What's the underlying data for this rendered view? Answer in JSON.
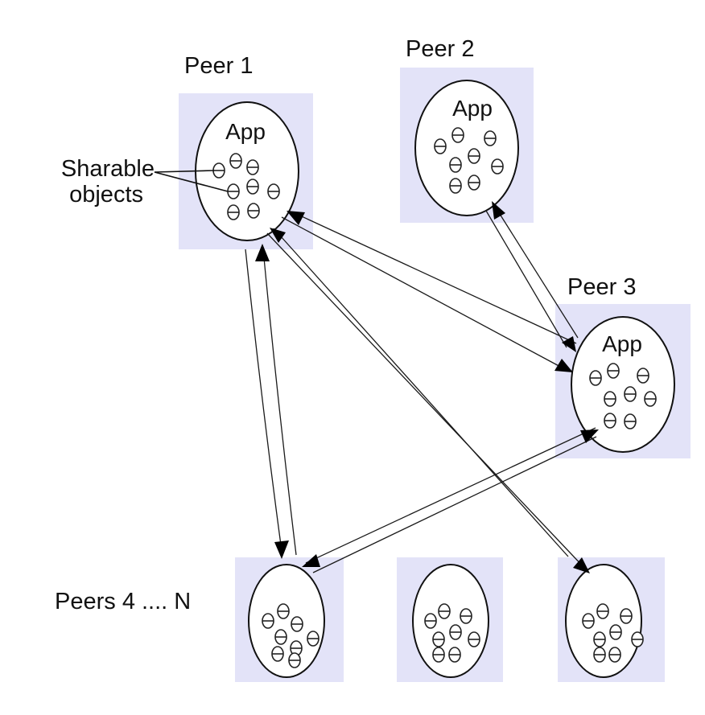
{
  "peers": [
    {
      "id": "peer-1",
      "label": "Peer 1",
      "app_label": "App"
    },
    {
      "id": "peer-2",
      "label": "Peer 2",
      "app_label": "App"
    },
    {
      "id": "peer-3",
      "label": "Peer 3",
      "app_label": "App"
    },
    {
      "id": "peer-4",
      "label": "",
      "app_label": ""
    },
    {
      "id": "peer-5",
      "label": "",
      "app_label": ""
    },
    {
      "id": "peer-6",
      "label": "",
      "app_label": ""
    }
  ],
  "peers_group_label": "Peers 4 .... N",
  "annotation": {
    "line1": "Sharable",
    "line2": "objects"
  },
  "connections": [
    {
      "from": "peer-1",
      "to": "peer-4",
      "bidirectional": true
    },
    {
      "from": "peer-1",
      "to": "peer-3",
      "bidirectional": true
    },
    {
      "from": "peer-1",
      "to": "peer-6",
      "bidirectional": true
    },
    {
      "from": "peer-2",
      "to": "peer-3",
      "bidirectional": true
    },
    {
      "from": "peer-3",
      "to": "peer-4",
      "bidirectional": true
    }
  ],
  "colors": {
    "peer_background": "#e3e3f8",
    "ink": "#111111"
  }
}
